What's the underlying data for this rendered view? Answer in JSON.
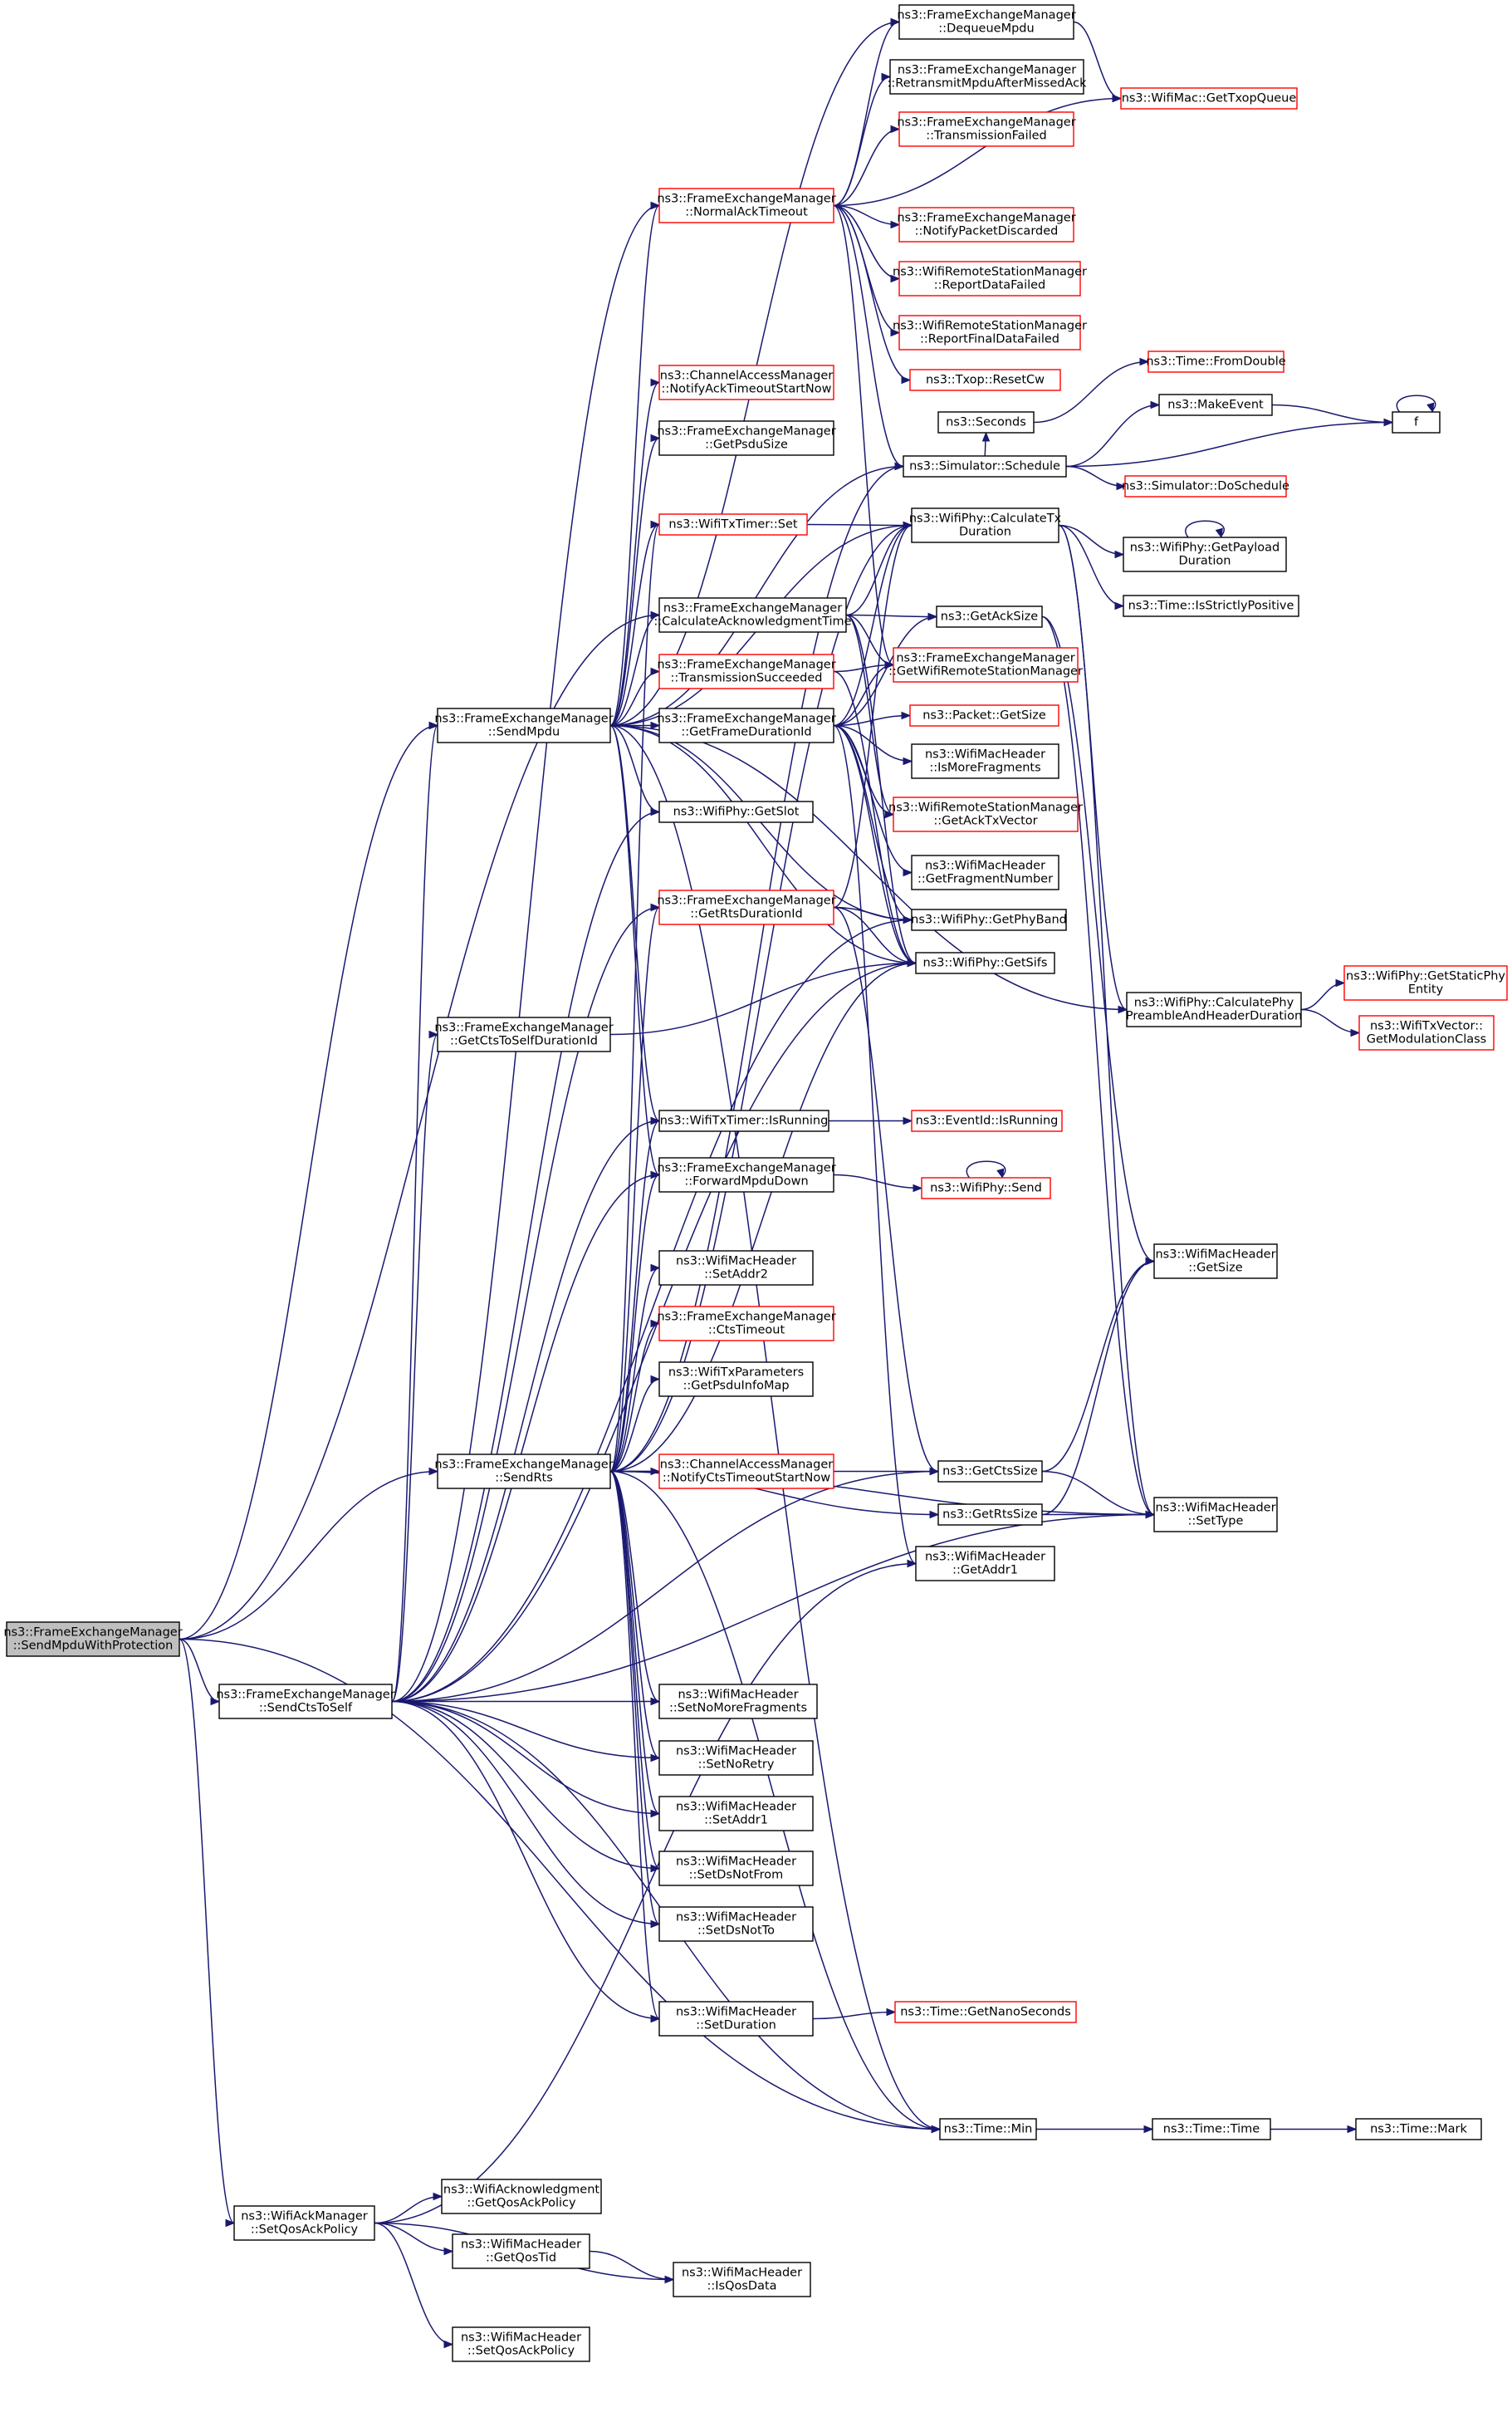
{
  "graph": {
    "root": "ns3::FrameExchangeManager::SendMpduWithProtection",
    "colors": {
      "edge": "#191970",
      "node_border_default": "#000000",
      "node_border_truncated": "#ff0000",
      "root_fill": "#bfbfbf"
    },
    "nodes": [
      {
        "id": "root",
        "lines": [
          "ns3::FrameExchangeManager",
          "::SendMpduWithProtection"
        ],
        "border": "black",
        "root": true
      },
      {
        "id": "sendMpdu",
        "lines": [
          "ns3::FrameExchangeManager",
          "::SendMpdu"
        ],
        "border": "black"
      },
      {
        "id": "getCtsToSelfDur",
        "lines": [
          "ns3::FrameExchangeManager",
          "::GetCtsToSelfDurationId"
        ],
        "border": "black"
      },
      {
        "id": "sendRts",
        "lines": [
          "ns3::FrameExchangeManager",
          "::SendRts"
        ],
        "border": "black"
      },
      {
        "id": "sendCtsToSelf",
        "lines": [
          "ns3::FrameExchangeManager",
          "::SendCtsToSelf"
        ],
        "border": "black"
      },
      {
        "id": "setQosAckPolicy",
        "lines": [
          "ns3::WifiAckManager",
          "::SetQosAckPolicy"
        ],
        "border": "black"
      },
      {
        "id": "normalAckTimeout",
        "lines": [
          "ns3::FrameExchangeManager",
          "::NormalAckTimeout"
        ],
        "border": "red"
      },
      {
        "id": "notifyAckTimeout",
        "lines": [
          "ns3::ChannelAccessManager",
          "::NotifyAckTimeoutStartNow"
        ],
        "border": "red"
      },
      {
        "id": "getPsduSize",
        "lines": [
          "ns3::FrameExchangeManager",
          "::GetPsduSize"
        ],
        "border": "black"
      },
      {
        "id": "timerSet",
        "lines": [
          "ns3::WifiTxTimer::Set"
        ],
        "border": "red"
      },
      {
        "id": "calcAckTime",
        "lines": [
          "ns3::FrameExchangeManager",
          "::CalculateAcknowledgmentTime"
        ],
        "border": "black"
      },
      {
        "id": "txSucceeded",
        "lines": [
          "ns3::FrameExchangeManager",
          "::TransmissionSucceeded"
        ],
        "border": "red"
      },
      {
        "id": "getFrameDur",
        "lines": [
          "ns3::FrameExchangeManager",
          "::GetFrameDurationId"
        ],
        "border": "black"
      },
      {
        "id": "getSlot",
        "lines": [
          "ns3::WifiPhy::GetSlot"
        ],
        "border": "black"
      },
      {
        "id": "getRtsDur",
        "lines": [
          "ns3::FrameExchangeManager",
          "::GetRtsDurationId"
        ],
        "border": "red"
      },
      {
        "id": "timerRunning",
        "lines": [
          "ns3::WifiTxTimer::IsRunning"
        ],
        "border": "black"
      },
      {
        "id": "forwardMpdu",
        "lines": [
          "ns3::FrameExchangeManager",
          "::ForwardMpduDown"
        ],
        "border": "black"
      },
      {
        "id": "setAddr2",
        "lines": [
          "ns3::WifiMacHeader",
          "::SetAddr2"
        ],
        "border": "black"
      },
      {
        "id": "ctsTimeout",
        "lines": [
          "ns3::FrameExchangeManager",
          "::CtsTimeout"
        ],
        "border": "red"
      },
      {
        "id": "getPsduInfoMap",
        "lines": [
          "ns3::WifiTxParameters",
          "::GetPsduInfoMap"
        ],
        "border": "black"
      },
      {
        "id": "notifyCtsTimeout",
        "lines": [
          "ns3::ChannelAccessManager",
          "::NotifyCtsTimeoutStartNow"
        ],
        "border": "red"
      },
      {
        "id": "setNoMoreFrag",
        "lines": [
          "ns3::WifiMacHeader",
          "::SetNoMoreFragments"
        ],
        "border": "black"
      },
      {
        "id": "setNoRetry",
        "lines": [
          "ns3::WifiMacHeader",
          "::SetNoRetry"
        ],
        "border": "black"
      },
      {
        "id": "setAddr1",
        "lines": [
          "ns3::WifiMacHeader",
          "::SetAddr1"
        ],
        "border": "black"
      },
      {
        "id": "setDsNotFrom",
        "lines": [
          "ns3::WifiMacHeader",
          "::SetDsNotFrom"
        ],
        "border": "black"
      },
      {
        "id": "setDsNotTo",
        "lines": [
          "ns3::WifiMacHeader",
          "::SetDsNotTo"
        ],
        "border": "black"
      },
      {
        "id": "setDuration",
        "lines": [
          "ns3::WifiMacHeader",
          "::SetDuration"
        ],
        "border": "black"
      },
      {
        "id": "getQosAckPolicy",
        "lines": [
          "ns3::WifiAcknowledgment",
          "::GetQosAckPolicy"
        ],
        "border": "black"
      },
      {
        "id": "getQosTid",
        "lines": [
          "ns3::WifiMacHeader",
          "::GetQosTid"
        ],
        "border": "black"
      },
      {
        "id": "setQosAckPolicy2",
        "lines": [
          "ns3::WifiMacHeader",
          "::SetQosAckPolicy"
        ],
        "border": "black"
      },
      {
        "id": "isQosData",
        "lines": [
          "ns3::WifiMacHeader",
          "::IsQosData"
        ],
        "border": "black"
      },
      {
        "id": "dequeueMpdu",
        "lines": [
          "ns3::FrameExchangeManager",
          "::DequeueMpdu"
        ],
        "border": "black"
      },
      {
        "id": "retransmit",
        "lines": [
          "ns3::FrameExchangeManager",
          "::RetransmitMpduAfterMissedAck"
        ],
        "border": "black"
      },
      {
        "id": "txFailed",
        "lines": [
          "ns3::FrameExchangeManager",
          "::TransmissionFailed"
        ],
        "border": "red"
      },
      {
        "id": "notifyDiscarded",
        "lines": [
          "ns3::FrameExchangeManager",
          "::NotifyPacketDiscarded"
        ],
        "border": "red"
      },
      {
        "id": "reportDataFailed",
        "lines": [
          "ns3::WifiRemoteStationManager",
          "::ReportDataFailed"
        ],
        "border": "red"
      },
      {
        "id": "reportFinalFailed",
        "lines": [
          "ns3::WifiRemoteStationManager",
          "::ReportFinalDataFailed"
        ],
        "border": "red"
      },
      {
        "id": "resetCw",
        "lines": [
          "ns3::Txop::ResetCw"
        ],
        "border": "red"
      },
      {
        "id": "seconds",
        "lines": [
          "ns3::Seconds"
        ],
        "border": "black"
      },
      {
        "id": "schedule",
        "lines": [
          "ns3::Simulator::Schedule"
        ],
        "border": "black"
      },
      {
        "id": "calcTxDur",
        "lines": [
          "ns3::WifiPhy::CalculateTx",
          "Duration"
        ],
        "border": "black"
      },
      {
        "id": "getAckSize",
        "lines": [
          "ns3::GetAckSize"
        ],
        "border": "black"
      },
      {
        "id": "getWrsm",
        "lines": [
          "ns3::FrameExchangeManager",
          "::GetWifiRemoteStationManager"
        ],
        "border": "red"
      },
      {
        "id": "packetGetSize",
        "lines": [
          "ns3::Packet::GetSize"
        ],
        "border": "red"
      },
      {
        "id": "isMoreFrag",
        "lines": [
          "ns3::WifiMacHeader",
          "::IsMoreFragments"
        ],
        "border": "black"
      },
      {
        "id": "getAckTxVector",
        "lines": [
          "ns3::WifiRemoteStationManager",
          "::GetAckTxVector"
        ],
        "border": "red"
      },
      {
        "id": "getFragNum",
        "lines": [
          "ns3::WifiMacHeader",
          "::GetFragmentNumber"
        ],
        "border": "black"
      },
      {
        "id": "getPhyBand",
        "lines": [
          "ns3::WifiPhy::GetPhyBand"
        ],
        "border": "black"
      },
      {
        "id": "getSifs",
        "lines": [
          "ns3::WifiPhy::GetSifs"
        ],
        "border": "black"
      },
      {
        "id": "eventIsRunning",
        "lines": [
          "ns3::EventId::IsRunning"
        ],
        "border": "red"
      },
      {
        "id": "phySend",
        "lines": [
          "ns3::WifiPhy::Send"
        ],
        "border": "red"
      },
      {
        "id": "getCtsSize",
        "lines": [
          "ns3::GetCtsSize"
        ],
        "border": "black"
      },
      {
        "id": "getRtsSize",
        "lines": [
          "ns3::GetRtsSize"
        ],
        "border": "black"
      },
      {
        "id": "getAddr1",
        "lines": [
          "ns3::WifiMacHeader",
          "::GetAddr1"
        ],
        "border": "black"
      },
      {
        "id": "getNanoSeconds",
        "lines": [
          "ns3::Time::GetNanoSeconds"
        ],
        "border": "red"
      },
      {
        "id": "timeMin",
        "lines": [
          "ns3::Time::Min"
        ],
        "border": "black"
      },
      {
        "id": "getTxopQueue",
        "lines": [
          "ns3::WifiMac::GetTxopQueue"
        ],
        "border": "red"
      },
      {
        "id": "fromDouble",
        "lines": [
          "ns3::Time::FromDouble"
        ],
        "border": "red"
      },
      {
        "id": "makeEvent",
        "lines": [
          "ns3::MakeEvent"
        ],
        "border": "black"
      },
      {
        "id": "doSchedule",
        "lines": [
          "ns3::Simulator::DoSchedule"
        ],
        "border": "red"
      },
      {
        "id": "getPayloadDur",
        "lines": [
          "ns3::WifiPhy::GetPayload",
          "Duration"
        ],
        "border": "black"
      },
      {
        "id": "isStrictlyPositive",
        "lines": [
          "ns3::Time::IsStrictlyPositive"
        ],
        "border": "black"
      },
      {
        "id": "calcPreamble",
        "lines": [
          "ns3::WifiPhy::CalculatePhy",
          "PreambleAndHeaderDuration"
        ],
        "border": "black"
      },
      {
        "id": "macHdrGetSize",
        "lines": [
          "ns3::WifiMacHeader",
          "::GetSize"
        ],
        "border": "black"
      },
      {
        "id": "setType",
        "lines": [
          "ns3::WifiMacHeader",
          "::SetType"
        ],
        "border": "black"
      },
      {
        "id": "timeTime",
        "lines": [
          "ns3::Time::Time"
        ],
        "border": "black"
      },
      {
        "id": "f",
        "lines": [
          "f"
        ],
        "border": "black"
      },
      {
        "id": "getStaticPhy",
        "lines": [
          "ns3::WifiPhy::GetStaticPhy",
          "Entity"
        ],
        "border": "red"
      },
      {
        "id": "getModClass",
        "lines": [
          "ns3::WifiTxVector::",
          "GetModulationClass"
        ],
        "border": "red"
      },
      {
        "id": "timeMark",
        "lines": [
          "ns3::Time::Mark"
        ],
        "border": "black"
      }
    ],
    "edges": [
      [
        "root",
        "sendMpdu"
      ],
      [
        "root",
        "sendRts"
      ],
      [
        "root",
        "sendCtsToSelf"
      ],
      [
        "root",
        "setQosAckPolicy"
      ],
      [
        "root",
        "calcAckTime"
      ],
      [
        "root",
        "timeMin"
      ],
      [
        "sendMpdu",
        "normalAckTimeout"
      ],
      [
        "sendMpdu",
        "notifyAckTimeout"
      ],
      [
        "sendMpdu",
        "getPsduSize"
      ],
      [
        "sendMpdu",
        "timerSet"
      ],
      [
        "sendMpdu",
        "calcAckTime"
      ],
      [
        "sendMpdu",
        "txSucceeded"
      ],
      [
        "sendMpdu",
        "getFrameDur"
      ],
      [
        "sendMpdu",
        "getSlot"
      ],
      [
        "sendMpdu",
        "timerRunning"
      ],
      [
        "sendMpdu",
        "forwardMpdu"
      ],
      [
        "sendMpdu",
        "dequeueMpdu"
      ],
      [
        "sendMpdu",
        "schedule"
      ],
      [
        "sendMpdu",
        "calcTxDur"
      ],
      [
        "sendMpdu",
        "getSifs"
      ],
      [
        "sendMpdu",
        "getPhyBand"
      ],
      [
        "sendMpdu",
        "calcPreamble"
      ],
      [
        "sendMpdu",
        "timeMin"
      ],
      [
        "getCtsToSelfDur",
        "getSifs"
      ],
      [
        "sendRts",
        "getRtsDur"
      ],
      [
        "sendRts",
        "timerRunning"
      ],
      [
        "sendRts",
        "forwardMpdu"
      ],
      [
        "sendRts",
        "setAddr2"
      ],
      [
        "sendRts",
        "ctsTimeout"
      ],
      [
        "sendRts",
        "getPsduInfoMap"
      ],
      [
        "sendRts",
        "notifyCtsTimeout"
      ],
      [
        "sendRts",
        "getRtsSize"
      ],
      [
        "sendRts",
        "getCtsSize"
      ],
      [
        "sendRts",
        "setType"
      ],
      [
        "sendRts",
        "setNoMoreFrag"
      ],
      [
        "sendRts",
        "setNoRetry"
      ],
      [
        "sendRts",
        "setAddr1"
      ],
      [
        "sendRts",
        "setDsNotFrom"
      ],
      [
        "sendRts",
        "setDsNotTo"
      ],
      [
        "sendRts",
        "setDuration"
      ],
      [
        "sendRts",
        "timeMin"
      ],
      [
        "sendRts",
        "calcTxDur"
      ],
      [
        "sendRts",
        "getSifs"
      ],
      [
        "sendRts",
        "schedule"
      ],
      [
        "sendRts",
        "timerSet"
      ],
      [
        "sendCtsToSelf",
        "getCtsToSelfDur"
      ],
      [
        "sendCtsToSelf",
        "sendMpdu"
      ],
      [
        "sendCtsToSelf",
        "getPhyBand"
      ],
      [
        "sendCtsToSelf",
        "getSifs"
      ],
      [
        "sendCtsToSelf",
        "timerRunning"
      ],
      [
        "sendCtsToSelf",
        "forwardMpdu"
      ],
      [
        "sendCtsToSelf",
        "getSlot"
      ],
      [
        "sendCtsToSelf",
        "getRtsDur"
      ],
      [
        "sendCtsToSelf",
        "getCtsSize"
      ],
      [
        "sendCtsToSelf",
        "setNoMoreFrag"
      ],
      [
        "sendCtsToSelf",
        "setNoRetry"
      ],
      [
        "sendCtsToSelf",
        "setAddr1"
      ],
      [
        "sendCtsToSelf",
        "setDsNotFrom"
      ],
      [
        "sendCtsToSelf",
        "setDsNotTo"
      ],
      [
        "sendCtsToSelf",
        "setDuration"
      ],
      [
        "sendCtsToSelf",
        "setType"
      ],
      [
        "sendCtsToSelf",
        "timeMin"
      ],
      [
        "sendCtsToSelf",
        "normalAckTimeout"
      ],
      [
        "setQosAckPolicy",
        "getQosAckPolicy"
      ],
      [
        "setQosAckPolicy",
        "getQosTid"
      ],
      [
        "setQosAckPolicy",
        "setQosAckPolicy2"
      ],
      [
        "setQosAckPolicy",
        "isQosData"
      ],
      [
        "setQosAckPolicy",
        "getAddr1"
      ],
      [
        "getQosTid",
        "isQosData"
      ],
      [
        "normalAckTimeout",
        "dequeueMpdu"
      ],
      [
        "normalAckTimeout",
        "retransmit"
      ],
      [
        "normalAckTimeout",
        "txFailed"
      ],
      [
        "normalAckTimeout",
        "notifyDiscarded"
      ],
      [
        "normalAckTimeout",
        "reportDataFailed"
      ],
      [
        "normalAckTimeout",
        "reportFinalFailed"
      ],
      [
        "normalAckTimeout",
        "resetCw"
      ],
      [
        "normalAckTimeout",
        "getTxopQueue"
      ],
      [
        "normalAckTimeout",
        "getWrsm"
      ],
      [
        "normalAckTimeout",
        "schedule"
      ],
      [
        "dequeueMpdu",
        "getTxopQueue"
      ],
      [
        "timerSet",
        "calcTxDur"
      ],
      [
        "calcAckTime",
        "getAckSize"
      ],
      [
        "calcAckTime",
        "calcTxDur"
      ],
      [
        "calcAckTime",
        "getWrsm"
      ],
      [
        "calcAckTime",
        "getAckTxVector"
      ],
      [
        "calcAckTime",
        "getSifs"
      ],
      [
        "txSucceeded",
        "getWrsm"
      ],
      [
        "txSucceeded",
        "getSifs"
      ],
      [
        "getFrameDur",
        "getWrsm"
      ],
      [
        "getFrameDur",
        "packetGetSize"
      ],
      [
        "getFrameDur",
        "isMoreFrag"
      ],
      [
        "getFrameDur",
        "getAckTxVector"
      ],
      [
        "getFrameDur",
        "getFragNum"
      ],
      [
        "getFrameDur",
        "getPhyBand"
      ],
      [
        "getFrameDur",
        "getSifs"
      ],
      [
        "getFrameDur",
        "calcTxDur"
      ],
      [
        "getFrameDur",
        "getAckSize"
      ],
      [
        "getFrameDur",
        "getAddr1"
      ],
      [
        "getRtsDur",
        "getPhyBand"
      ],
      [
        "getRtsDur",
        "getSifs"
      ],
      [
        "getRtsDur",
        "getCtsSize"
      ],
      [
        "getRtsDur",
        "calcTxDur"
      ],
      [
        "timerRunning",
        "eventIsRunning"
      ],
      [
        "forwardMpdu",
        "phySend"
      ],
      [
        "phySend",
        "phySend"
      ],
      [
        "seconds",
        "fromDouble"
      ],
      [
        "schedule",
        "makeEvent"
      ],
      [
        "schedule",
        "f"
      ],
      [
        "schedule",
        "doSchedule"
      ],
      [
        "schedule",
        "seconds"
      ],
      [
        "makeEvent",
        "f"
      ],
      [
        "f",
        "f"
      ],
      [
        "calcTxDur",
        "getPayloadDur"
      ],
      [
        "calcTxDur",
        "isStrictlyPositive"
      ],
      [
        "calcTxDur",
        "calcPreamble"
      ],
      [
        "calcTxDur",
        "setType"
      ],
      [
        "getPayloadDur",
        "getPayloadDur"
      ],
      [
        "getAckSize",
        "macHdrGetSize"
      ],
      [
        "getAckSize",
        "setType"
      ],
      [
        "calcPreamble",
        "getStaticPhy"
      ],
      [
        "calcPreamble",
        "getModClass"
      ],
      [
        "getCtsSize",
        "macHdrGetSize"
      ],
      [
        "getCtsSize",
        "setType"
      ],
      [
        "getRtsSize",
        "macHdrGetSize"
      ],
      [
        "getRtsSize",
        "setType"
      ],
      [
        "setDuration",
        "getNanoSeconds"
      ],
      [
        "timeMin",
        "timeTime"
      ],
      [
        "timeTime",
        "timeMark"
      ]
    ]
  }
}
